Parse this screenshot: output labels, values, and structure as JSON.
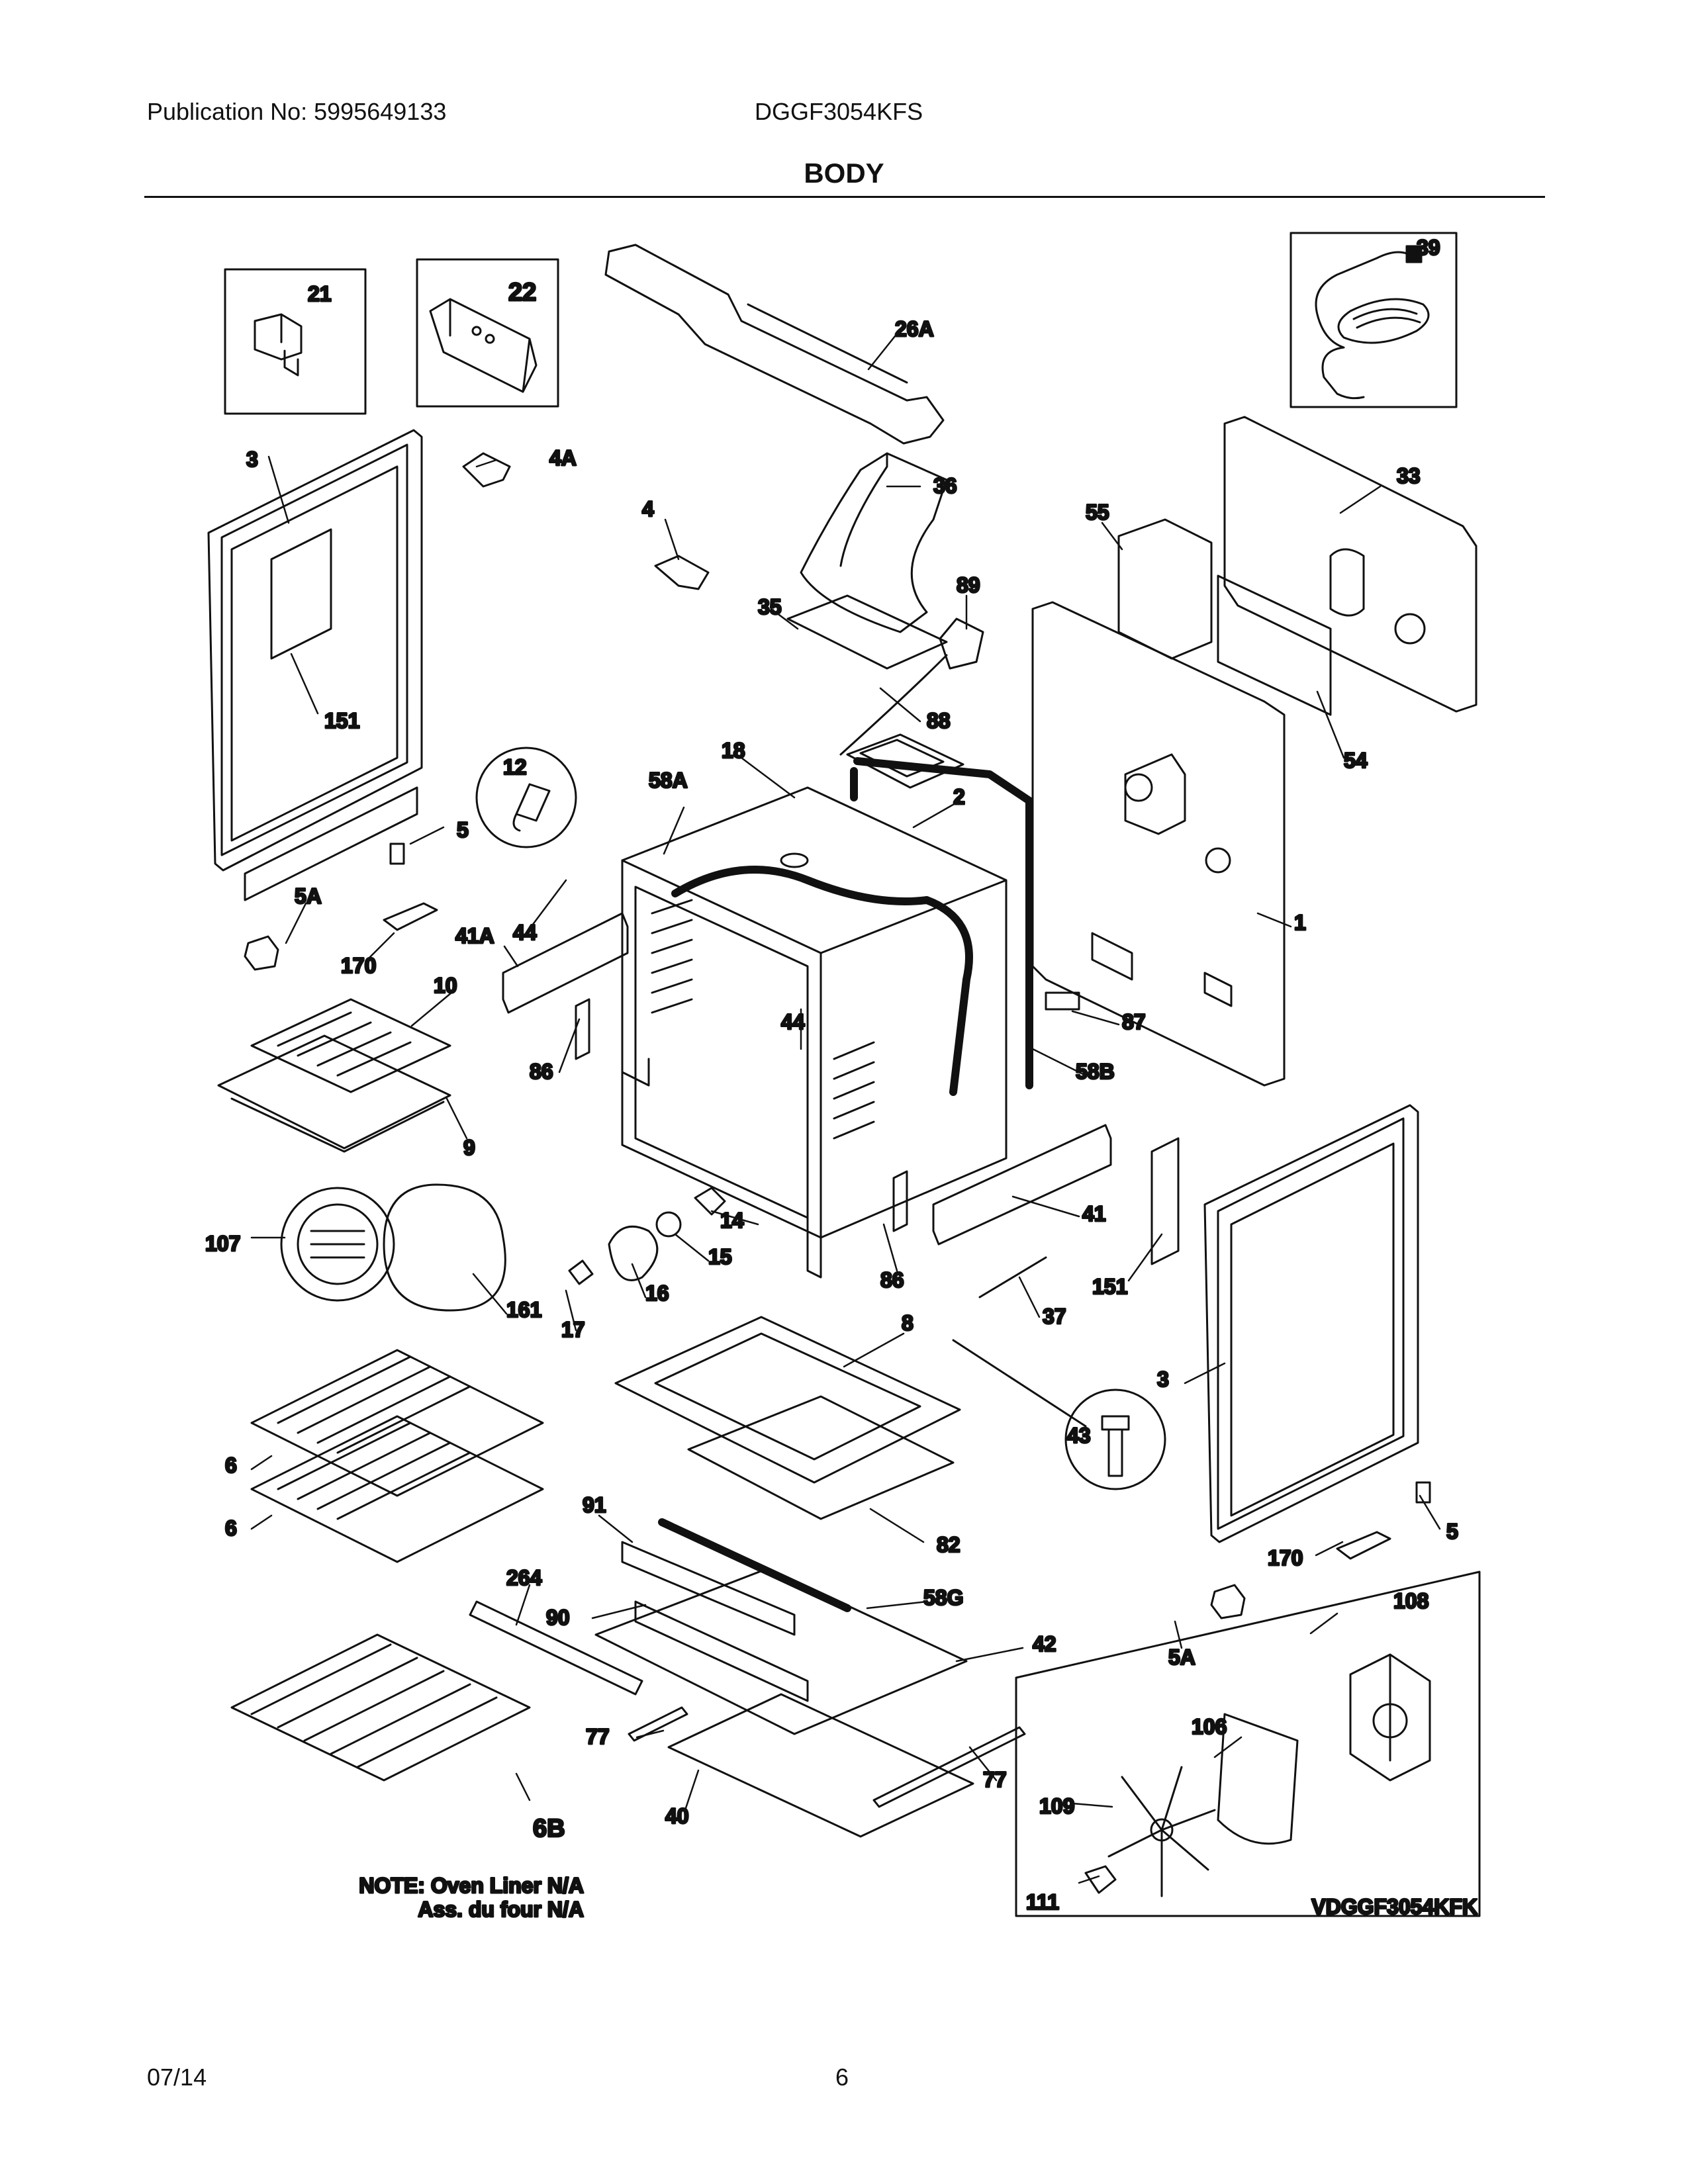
{
  "header": {
    "publication": "Publication No: 5995649133",
    "model": "DGGF3054KFS",
    "section_title": "BODY"
  },
  "labels": {
    "l21": "21",
    "l22": "22",
    "l26A": "26A",
    "l39": "39",
    "l3a": "3",
    "l4A": "4A",
    "l4": "4",
    "l36": "36",
    "l33": "33",
    "l55": "55",
    "l35": "35",
    "l89": "89",
    "l151a": "151",
    "l88": "88",
    "l12": "12",
    "l18": "18",
    "l58A": "58A",
    "l2": "2",
    "l54": "54",
    "l5a": "5",
    "l5Aa": "5A",
    "l44a": "44",
    "l1": "1",
    "l170a": "170",
    "l41A": "41A",
    "l10": "10",
    "l87": "87",
    "l86a": "86",
    "l44b": "44",
    "l58B": "58B",
    "l9": "9",
    "l14": "14",
    "l41": "41",
    "l107": "107",
    "l15": "15",
    "l86b": "86",
    "l151b": "151",
    "l16": "16",
    "l161": "161",
    "l17": "17",
    "l37": "37",
    "l8": "8",
    "l3b": "3",
    "l43": "43",
    "l6a": "6",
    "l6b": "6",
    "l91": "91",
    "l82": "82",
    "l5b": "5",
    "l170b": "170",
    "l264": "264",
    "l58G": "58G",
    "l108": "108",
    "l90": "90",
    "l42": "42",
    "l5Ab": "5A",
    "l106": "106",
    "l77a": "77",
    "l77b": "77",
    "l109": "109",
    "l40": "40",
    "l6B": "6B",
    "l111": "111"
  },
  "notes": {
    "note1": "NOTE: Oven Liner N/A",
    "note2": "Ass. du four N/A",
    "variant": "VDGGF3054KFK"
  },
  "footer": {
    "date": "07/14",
    "page": "6"
  }
}
